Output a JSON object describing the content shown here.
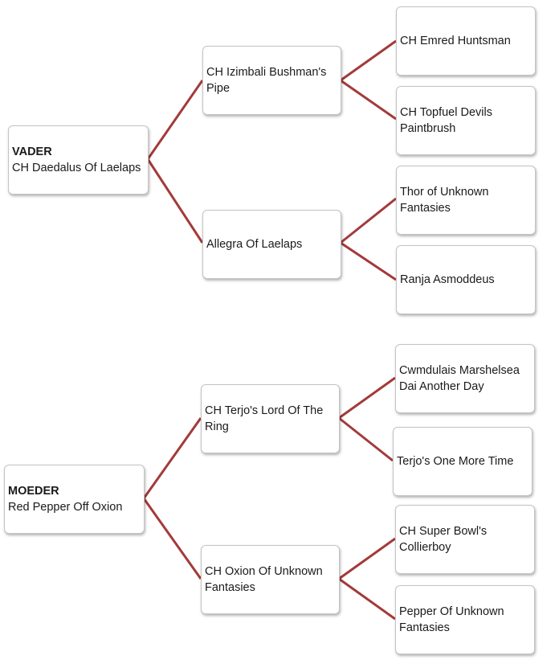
{
  "colors": {
    "connector": "#a33a3a",
    "border": "#c4c4c4"
  },
  "sire": {
    "role": "VADER",
    "name": "CH Daedalus Of Laelaps",
    "sire": {
      "name": "CH Izimbali Bushman's Pipe",
      "sire": {
        "name": "CH Emred Huntsman"
      },
      "dam": {
        "name": "CH Topfuel Devils Paintbrush"
      }
    },
    "dam": {
      "name": "Allegra Of Laelaps",
      "sire": {
        "name": "Thor of Unknown Fantasies"
      },
      "dam": {
        "name": "Ranja Asmoddeus"
      }
    }
  },
  "dam": {
    "role": "MOEDER",
    "name": "Red Pepper Off Oxion",
    "sire": {
      "name": "CH Terjo's Lord Of The Ring",
      "sire": {
        "name": "Cwmdulais Marshelsea Dai Another Day"
      },
      "dam": {
        "name": "Terjo's One More Time"
      }
    },
    "dam": {
      "name": "CH Oxion Of Unknown Fantasies",
      "sire": {
        "name": "CH Super Bowl's Collierboy"
      },
      "dam": {
        "name": "Pepper Of Unknown Fantasies"
      }
    }
  }
}
